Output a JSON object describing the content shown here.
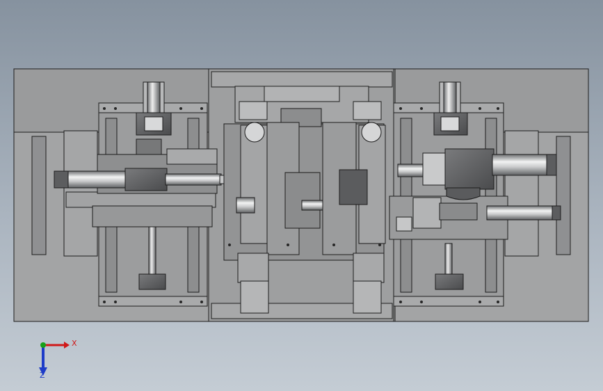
{
  "app": {
    "title": "",
    "view": "top"
  },
  "colors": {
    "background_top": "#86929f",
    "background_bottom": "#c4ccd4",
    "base_plate": "#9a9b9c",
    "plate_dark": "#8f9092",
    "plate_light": "#a8a9aa",
    "line": "#1c1c1c",
    "steel_highlight": "#e9eaea",
    "axis_x": "#d01818",
    "axis_y": "#18a018",
    "axis_z": "#1e3cc8"
  },
  "triad": {
    "x_label": "X",
    "z_label": "Z"
  },
  "icons": {
    "triad": "coordinate-triad-icon"
  }
}
